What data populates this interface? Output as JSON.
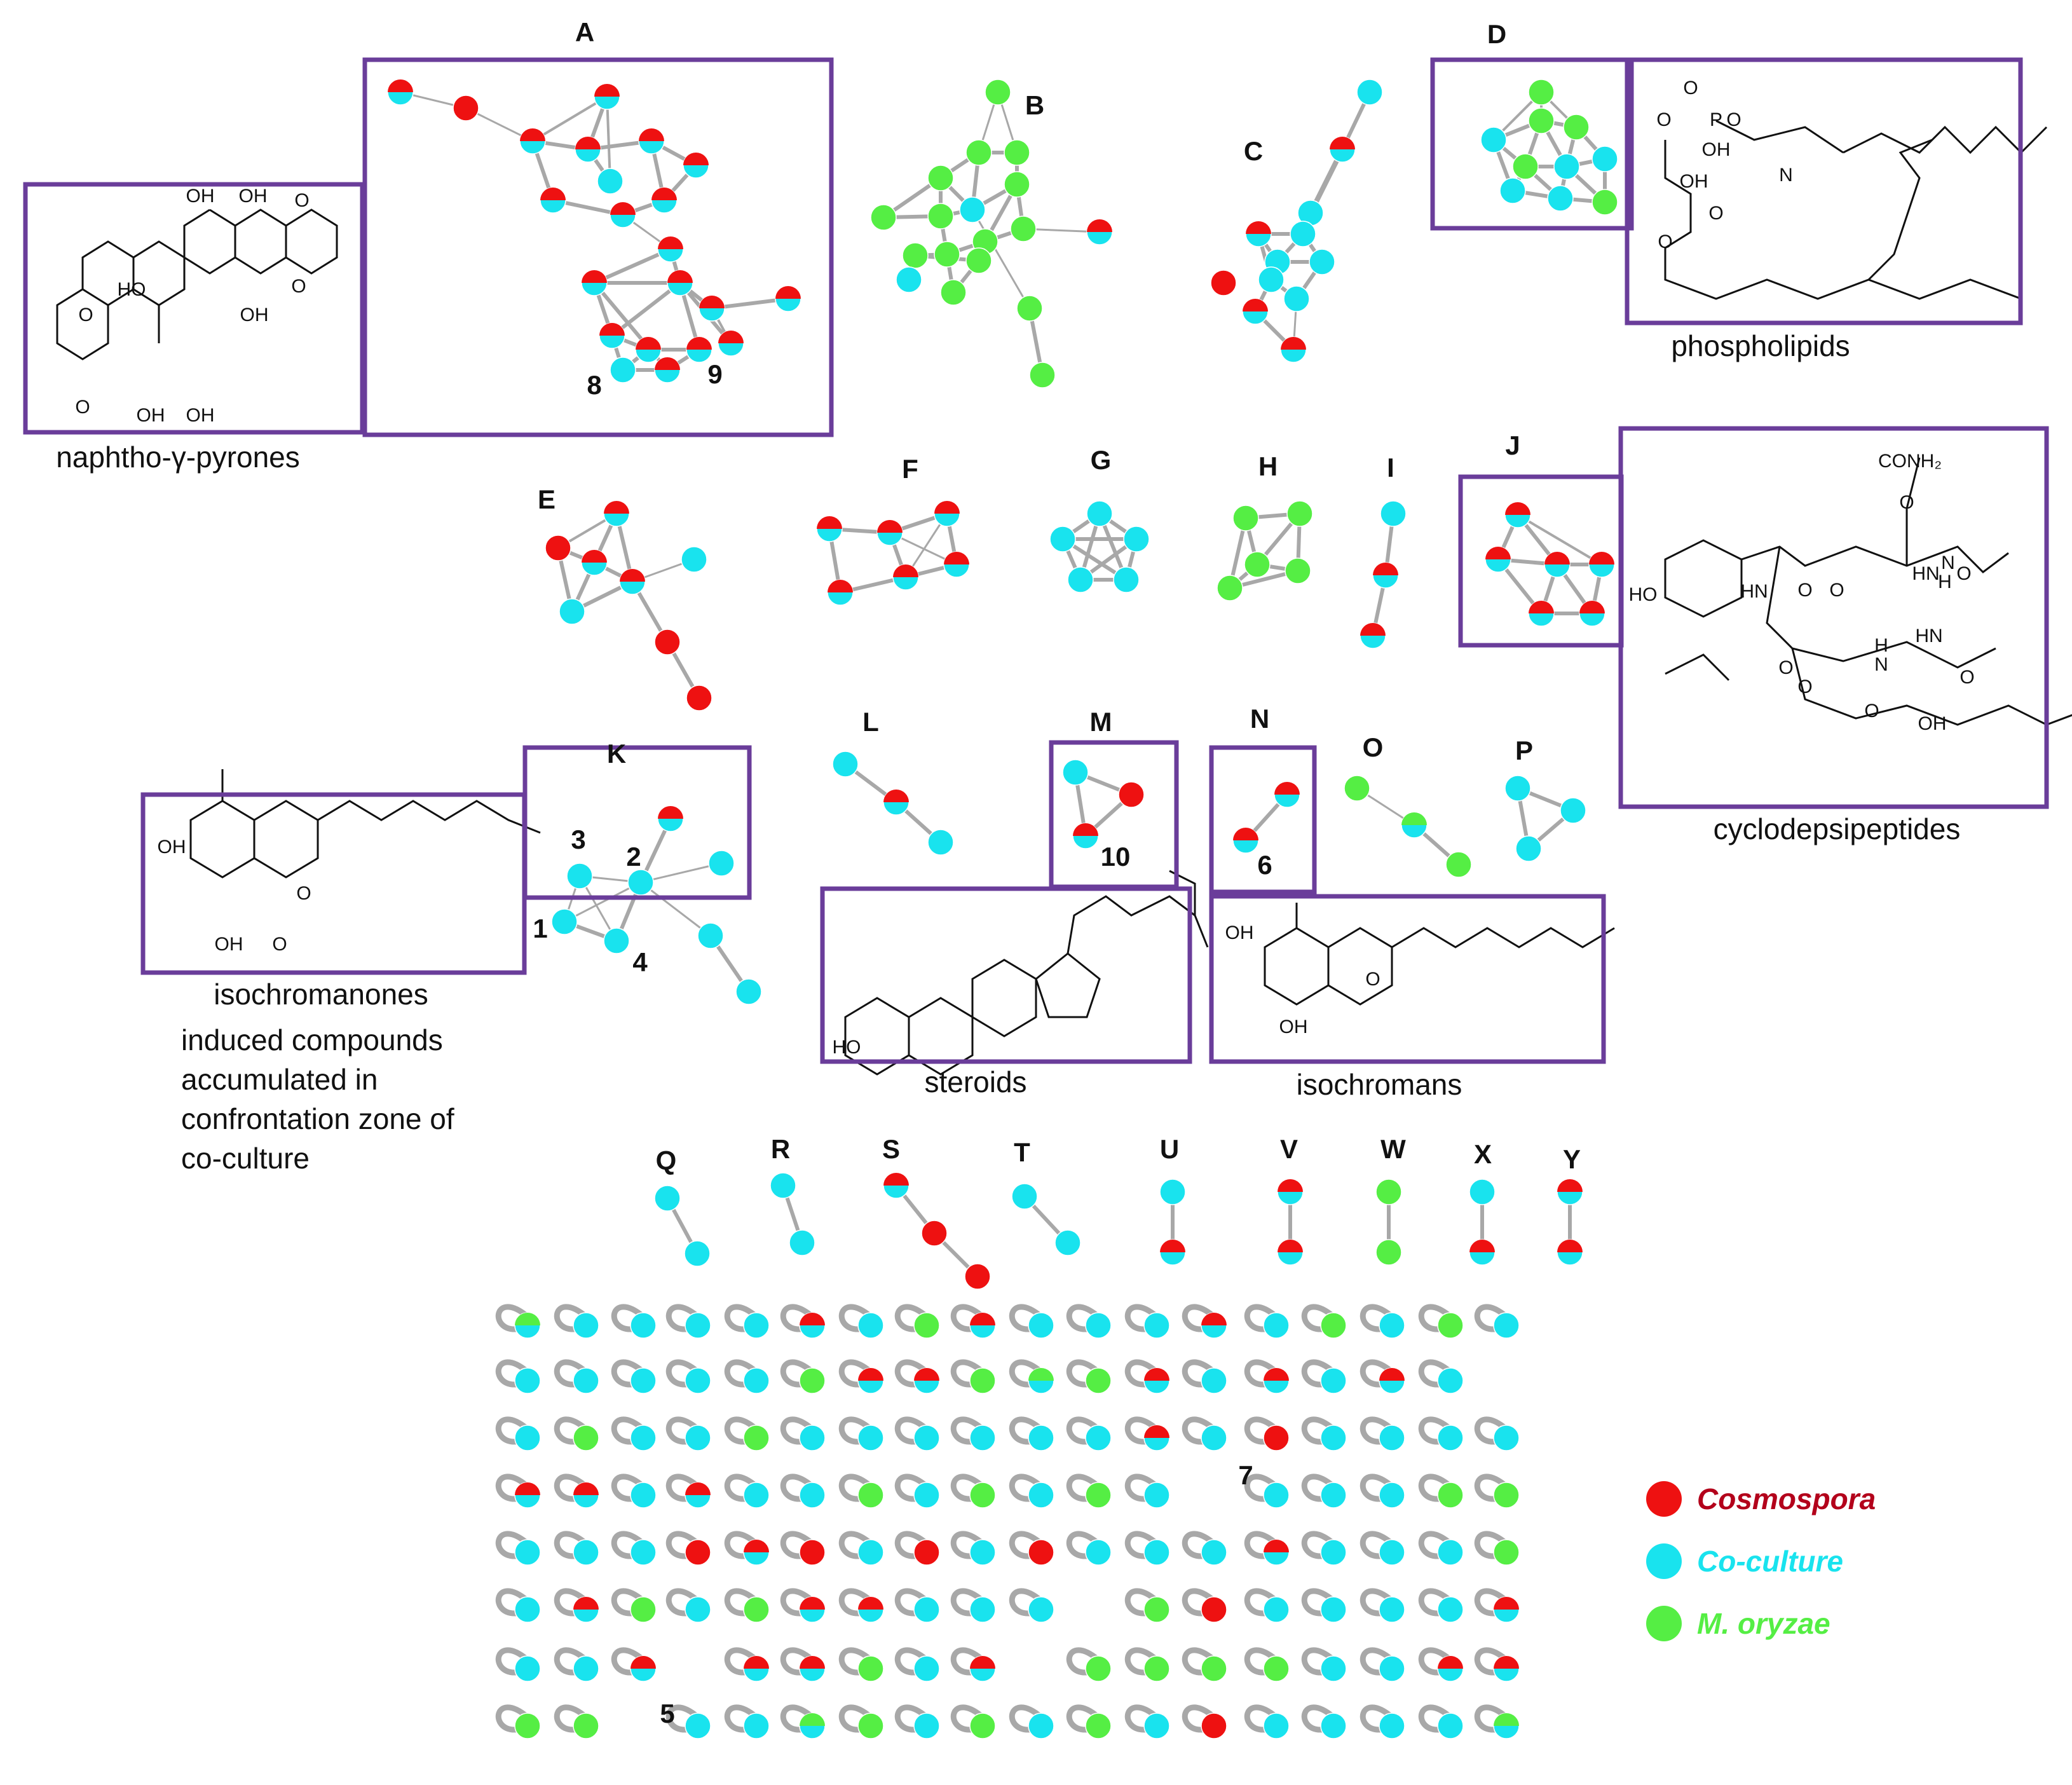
{
  "colors": {
    "cosmospora": "#ee1111",
    "coculture": "#19e3ee",
    "moryzae": "#55ee44",
    "edge": "#a8a8a8",
    "frame": "#6a3d9a"
  },
  "cluster_labels": [
    "A",
    "B",
    "C",
    "D",
    "E",
    "F",
    "G",
    "H",
    "I",
    "J",
    "K",
    "L",
    "M",
    "N",
    "O",
    "P",
    "Q",
    "R",
    "S",
    "T",
    "U",
    "V",
    "W",
    "X",
    "Y"
  ],
  "node_numbers": [
    "1",
    "2",
    "3",
    "4",
    "5",
    "6",
    "7",
    "8",
    "9",
    "10"
  ],
  "captions": {
    "naphtho": "naphtho-γ-pyrones",
    "phospho": "phospholipids",
    "cyclo": "cyclodepsipeptides",
    "isochromanones": "isochromanones",
    "steroids": "steroids",
    "isochromans": "isochromans",
    "induced": [
      "induced compounds",
      "accumulated in",
      "confrontation zone of",
      "co-culture"
    ]
  },
  "legend": [
    {
      "label": "Cosmospora",
      "color": "#ee1111"
    },
    {
      "label": "Co-culture",
      "color": "#19e3ee"
    },
    {
      "label": "M. oryzae",
      "color": "#55ee44"
    }
  ],
  "chem_labels": {
    "naphtho": [
      "OH",
      "OH",
      "O",
      "HO",
      "O",
      "O",
      "OH",
      "O",
      "OH",
      "OH"
    ],
    "phospho": [
      "O",
      "P",
      "O",
      "O",
      "OH",
      "N",
      "OH",
      "O",
      "O"
    ],
    "cyclo": [
      "CONH₂",
      "O",
      "N",
      "H",
      "HO",
      "HN",
      "O",
      "O",
      "HN",
      "O",
      "HN",
      "O",
      "N",
      "H",
      "O",
      "O",
      "O",
      "OH"
    ],
    "isochromanone": [
      "OH",
      "O",
      "OH",
      "O"
    ],
    "steroid": [
      "HO"
    ],
    "isochroman": [
      "OH",
      "O",
      "OH"
    ]
  }
}
